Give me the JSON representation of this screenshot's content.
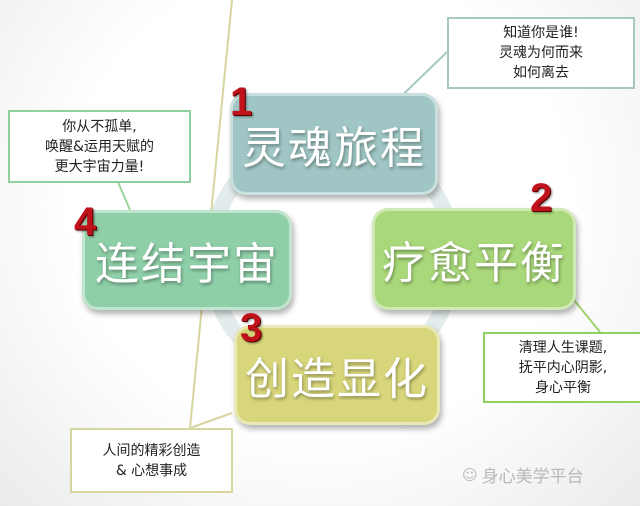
{
  "nodes": [
    {
      "number": "1",
      "label": "灵魂旅程",
      "color": "#9fc6c4"
    },
    {
      "number": "2",
      "label": "疗愈平衡",
      "color": "#a9d87a"
    },
    {
      "number": "3",
      "label": "创造显化",
      "color": "#d8d67a"
    },
    {
      "number": "4",
      "label": "连结宇宙",
      "color": "#8ecfa8"
    }
  ],
  "callouts": {
    "top_right": "知道你是谁!\n灵魂为何而来\n如何离去",
    "left": "你从不孤单,\n唤醒&运用天赋的\n更大宇宙力量!",
    "bottom_right": "清理人生课题,\n抚平内心阴影,\n身心平衡",
    "bottom_left": "人间的精彩创造\n& 心想事成"
  },
  "watermark": "身心美学平台"
}
